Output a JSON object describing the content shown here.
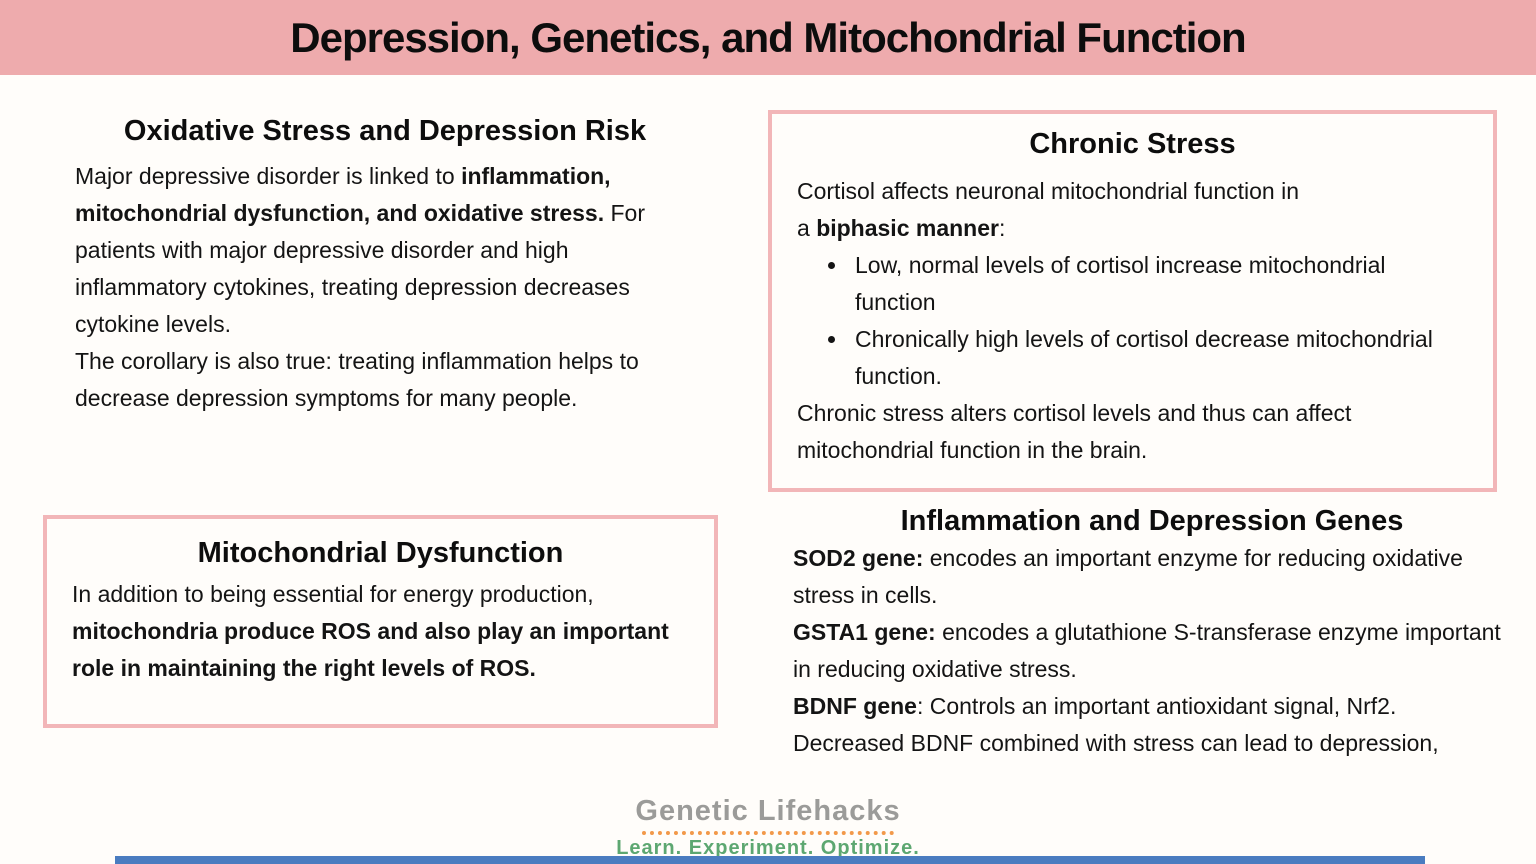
{
  "header": {
    "title": "Depression, Genetics, and Mitochondrial Function"
  },
  "sections": {
    "oxidative": {
      "heading": "Oxidative Stress and Depression Risk",
      "p1_normal1": "Major depressive disorder is linked to ",
      "p1_bold": "inflammation, mitochondrial dysfunction, and oxidative stress.",
      "p1_normal2": " For patients with major depressive disorder and high inflammatory cytokines, treating depression decreases cytokine levels.",
      "p2": "The corollary is also true: treating inflammation helps to decrease depression symptoms for many people."
    },
    "chronic": {
      "heading": "Chronic Stress",
      "intro_line1": "Cortisol affects neuronal mitochondrial function in",
      "intro_line2_prefix": "a ",
      "intro_line2_bold": "biphasic manner",
      "intro_line2_tail": ":",
      "bullets": [
        "Low, normal levels of cortisol increase mitochondrial function",
        "Chronically high levels of cortisol decrease mitochondrial function."
      ],
      "outro": "Chronic stress alters cortisol levels and thus can affect mitochondrial function in the brain."
    },
    "mito": {
      "heading": "Mitochondrial Dysfunction",
      "p_normal": "In addition to being essential for energy production, ",
      "p_bold": "mitochondria produce ROS and also play an important role in maintaining the right levels of ROS."
    },
    "genes": {
      "heading": "Inflammation and Depression Genes",
      "items": [
        {
          "gene": "SOD2 gene:",
          "desc": " encodes an important enzyme for reducing oxidative stress in cells."
        },
        {
          "gene": "GSTA1 gene:",
          "desc": " encodes a glutathione S-transferase enzyme important in reducing oxidative stress."
        },
        {
          "gene": "BDNF gene",
          "desc": ": Controls an important antioxidant signal, Nrf2. Decreased BDNF combined with stress can lead to depression,"
        }
      ]
    }
  },
  "logo": {
    "brand": "Genetic Lifehacks",
    "tagline": "Learn. Experiment. Optimize."
  },
  "colors": {
    "header_bg": "#eeabad",
    "box_border": "#f2b6b8",
    "page_bg": "#fffdfa",
    "brand_gray": "#9b9b99",
    "dots_orange": "#f2994a",
    "tagline_green": "#5da771",
    "bottom_bar_blue": "#4a7cc0"
  }
}
